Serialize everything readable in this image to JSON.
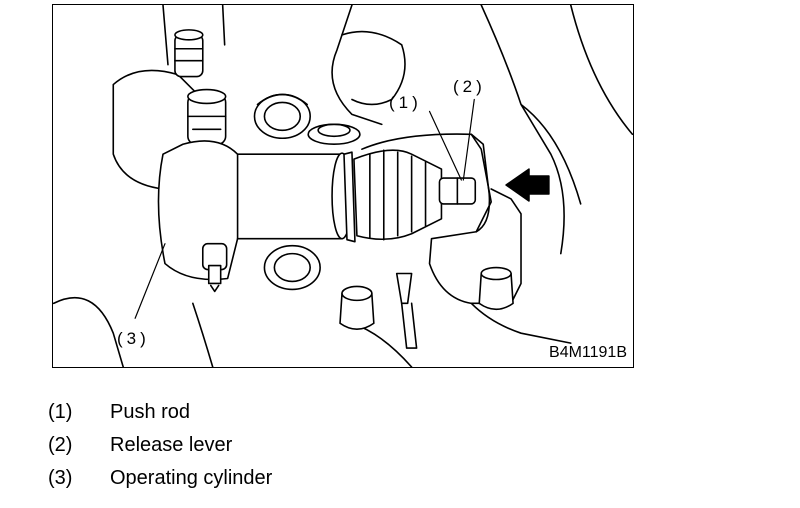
{
  "figure": {
    "code": "B4M1191B",
    "callouts": [
      {
        "id": "1",
        "text": "(1)"
      },
      {
        "id": "2",
        "text": "(2)"
      },
      {
        "id": "3",
        "text": "(3)"
      }
    ]
  },
  "legend": [
    {
      "number": "(1)",
      "label": "Push rod"
    },
    {
      "number": "(2)",
      "label": "Release lever"
    },
    {
      "number": "(3)",
      "label": "Operating cylinder"
    }
  ]
}
